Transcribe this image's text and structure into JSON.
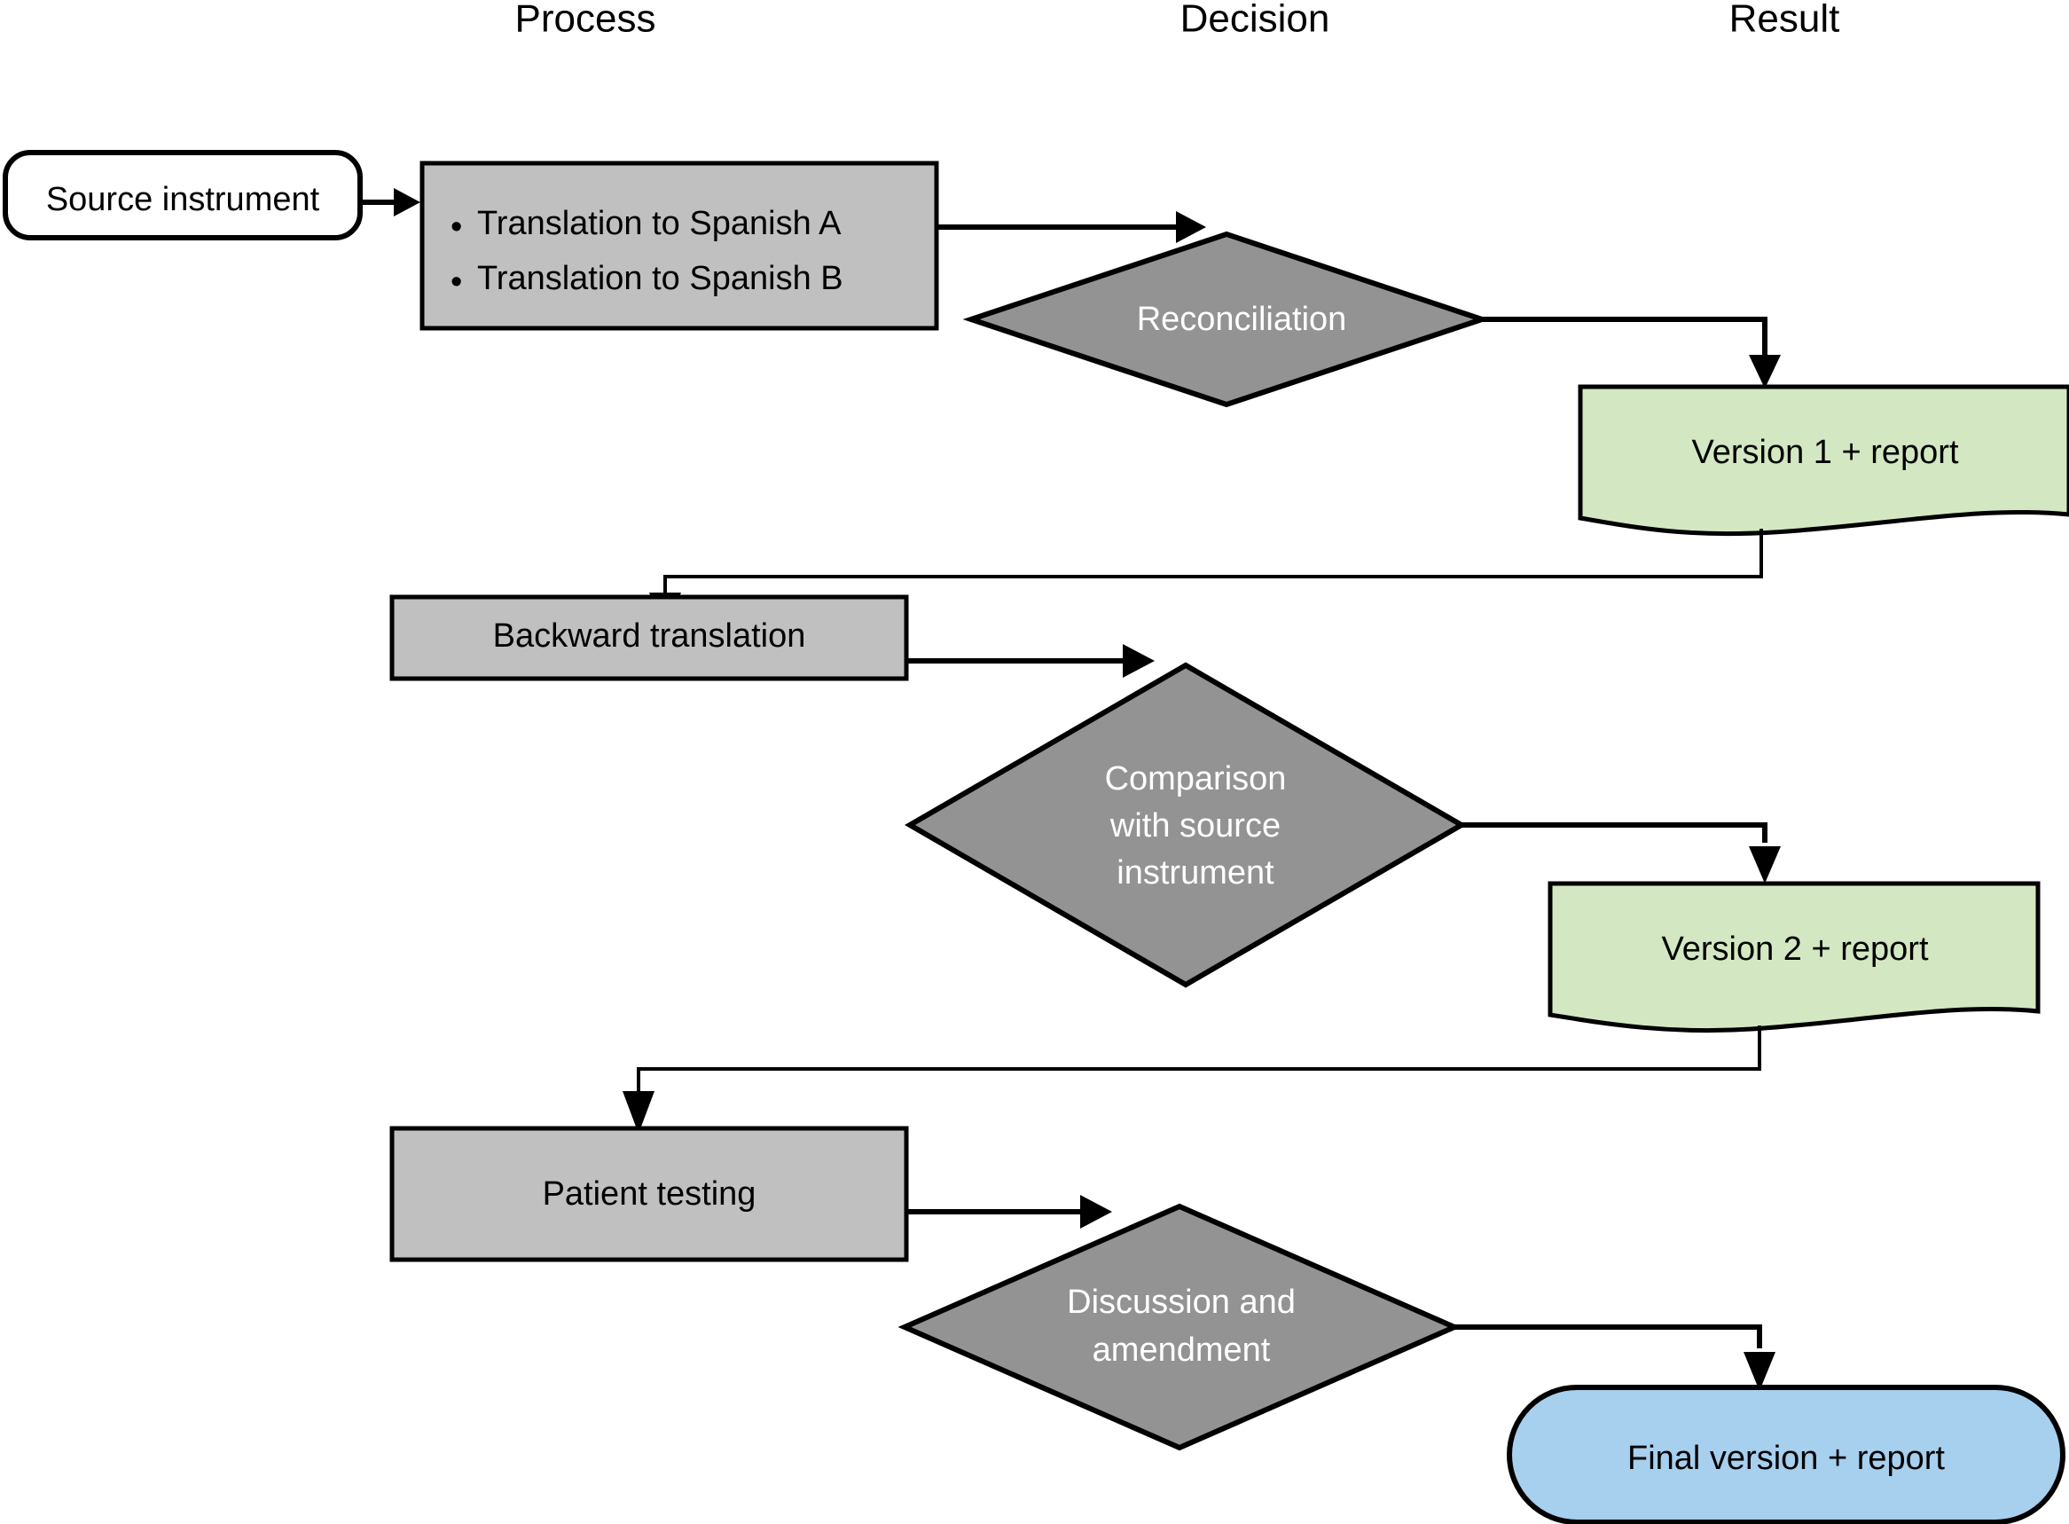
{
  "diagram": {
    "title_columns": [
      {
        "id": "process",
        "label": "Process"
      },
      {
        "id": "decision",
        "label": "Decision"
      },
      {
        "id": "result",
        "label": "Result"
      }
    ],
    "nodes": {
      "source_instrument": {
        "label": "Source instrument",
        "type": "terminator",
        "fill": "#ffffff"
      },
      "translation_box": {
        "type": "process",
        "fill": "#c0c0c0",
        "bullets": [
          "Translation to Spanish A",
          "Translation to Spanish B"
        ]
      },
      "reconciliation": {
        "label": "Reconciliation",
        "type": "decision",
        "fill": "#939393"
      },
      "version1": {
        "label": "Version 1 + report",
        "type": "document",
        "fill": "#d3e8c2"
      },
      "backward_translation": {
        "label": "Backward translation",
        "type": "process",
        "fill": "#c0c0c0"
      },
      "comparison": {
        "type": "decision",
        "fill": "#939393",
        "lines": [
          "Comparison",
          "with source",
          "instrument"
        ]
      },
      "version2": {
        "label": "Version 2 + report",
        "type": "document",
        "fill": "#d3e8c2"
      },
      "patient_testing": {
        "label": "Patient testing",
        "type": "process",
        "fill": "#c0c0c0"
      },
      "discussion": {
        "type": "decision",
        "fill": "#939393",
        "lines": [
          "Discussion and",
          "amendment"
        ]
      },
      "final_version": {
        "label": "Final version + report",
        "type": "terminator-rounded",
        "fill": "#a7cfee"
      }
    },
    "bullet_glyph": "•",
    "colors": {
      "process_fill": "#c0c0c0",
      "decision_fill": "#939393",
      "document_fill": "#d3e8c2",
      "final_fill": "#a7cfee",
      "outline": "#000000",
      "background": "#ffffff",
      "decision_text": "#ffffff",
      "body_text": "#000000"
    }
  }
}
